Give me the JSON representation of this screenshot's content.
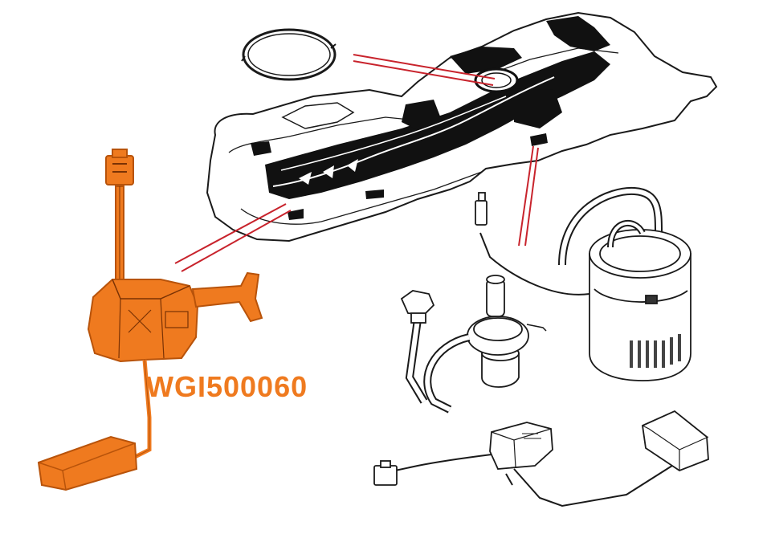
{
  "diagram": {
    "part_number": "WGI500060",
    "colors": {
      "highlight": "#ef7a1f",
      "highlight_dark": "#b8530a",
      "callout_line": "#c8232c",
      "line": "#1a1a1a",
      "fill_dark": "#111111",
      "paper": "#ffffff"
    },
    "parts": [
      "fuel-tank",
      "tank-seal-ring",
      "fuel-level-sender-highlighted",
      "fuel-pump-module",
      "fuel-filter",
      "fuel-level-sender"
    ]
  }
}
